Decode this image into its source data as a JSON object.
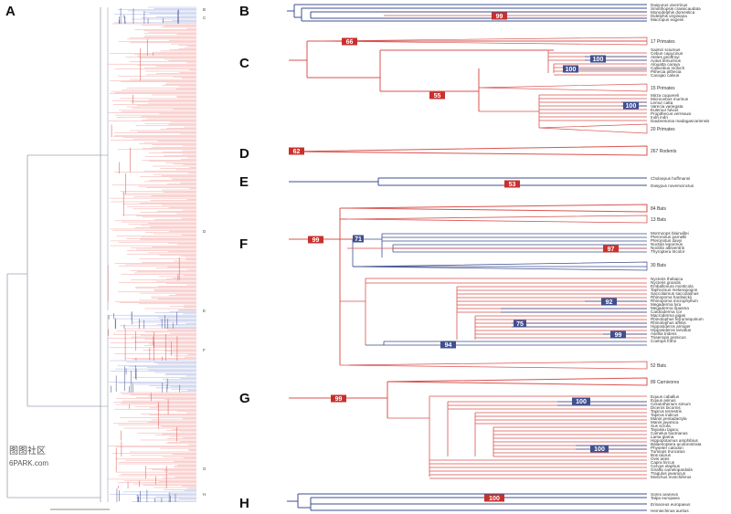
{
  "colors": {
    "red": "#d9534f",
    "blue": "#3f4f8f",
    "light_red": "#f3a6a3",
    "light_blue": "#aab4e0",
    "grey": "#9aa0b0"
  },
  "panel_letters": {
    "a": "A",
    "b": "B",
    "c": "C",
    "d": "D",
    "e": "E",
    "f": "F",
    "g": "G",
    "h": "H"
  },
  "overview_marks": {
    "b": "B",
    "c": "C",
    "d": "D",
    "e": "E",
    "f": "F",
    "g": "G",
    "h": "H"
  },
  "support": {
    "b": "99",
    "c1": "66",
    "c2": "55",
    "c3": "100",
    "c4": "100",
    "c5": "100",
    "d": "62",
    "e": "53",
    "f1": "99",
    "f2": "71",
    "f3": "97",
    "f4": "92",
    "f5": "75",
    "f6": "99",
    "f7": "94",
    "g1": "99",
    "g2": "100",
    "g3": "100",
    "h": "100"
  },
  "clades": {
    "c_primates_a": "17 Primates",
    "c_primates_b": "15 Primates",
    "c_primates_c": "20 Primates",
    "d_rodents": "267 Rodents",
    "f_bats_a": "84 Bats",
    "f_bats_b": "13 Bats",
    "f_bats_c": "30 Bats",
    "f_bats_d": "52 Bats",
    "g_carnivores": "89 Carnivores"
  },
  "watermark": {
    "line1": "图图社区",
    "line2": "6PARK.com"
  }
}
